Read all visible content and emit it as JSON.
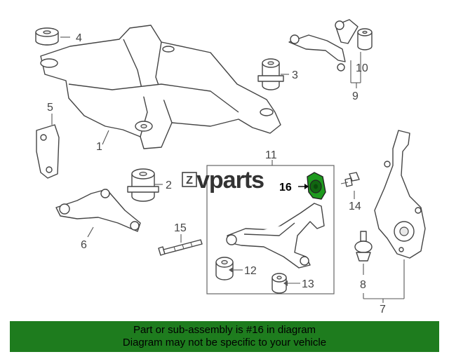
{
  "watermark": {
    "mark": "Z",
    "text": "vparts"
  },
  "callouts": [
    "1",
    "2",
    "3",
    "4",
    "5",
    "6",
    "7",
    "8",
    "9",
    "10",
    "11",
    "12",
    "13",
    "14",
    "15",
    "16"
  ],
  "highlight": {
    "number": "16",
    "color": "#1e9a1e"
  },
  "banner": {
    "line1": "Part or sub-assembly is #16 in diagram",
    "line2": "Diagram may not be specific to your vehicle",
    "background": "#1e7c1e"
  }
}
